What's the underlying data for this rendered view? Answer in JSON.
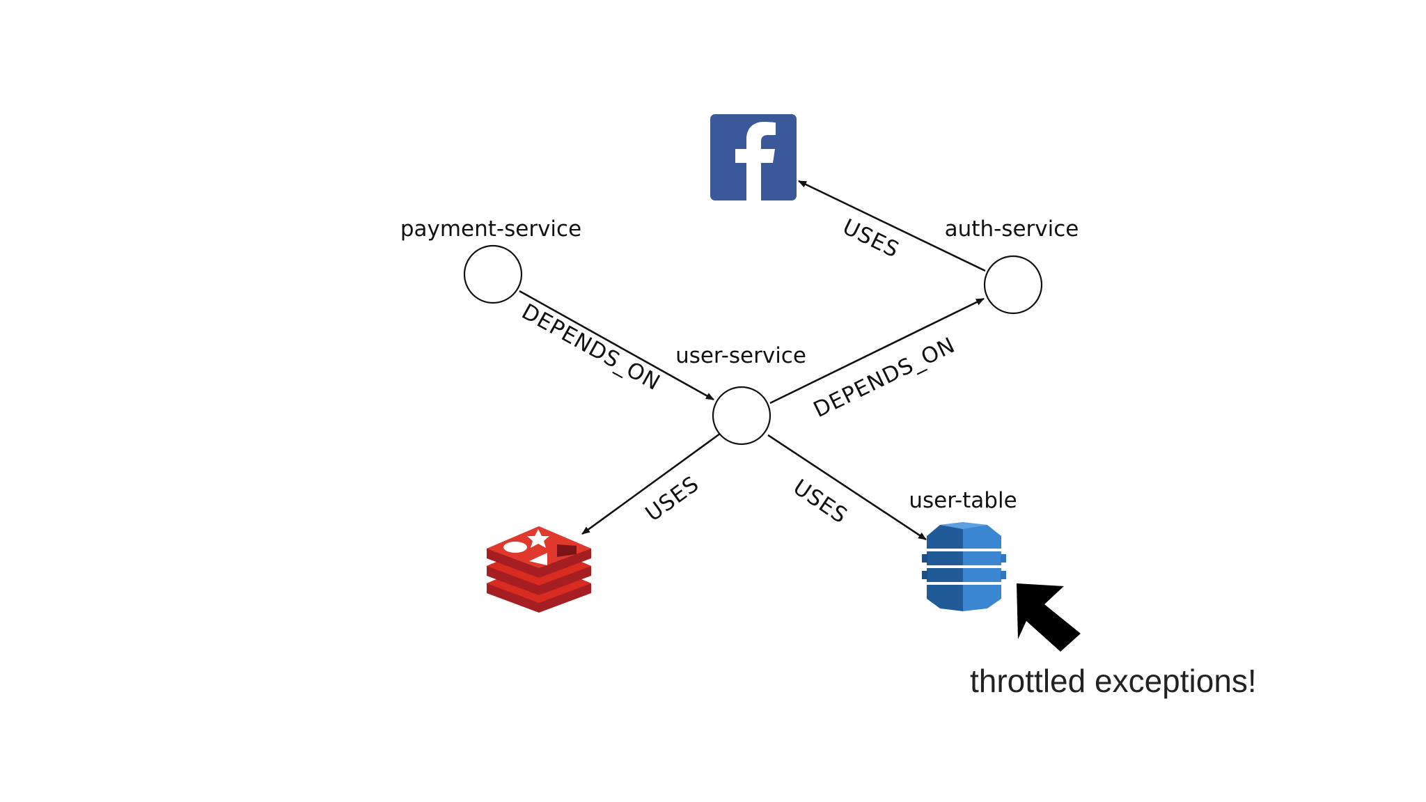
{
  "diagram": {
    "nodes": {
      "payment_service": "payment-service",
      "auth_service": "auth-service",
      "user_service": "user-service",
      "user_table": "user-table"
    },
    "edges": {
      "payment_to_user": "DEPENDS_ON",
      "user_to_auth": "DEPENDS_ON",
      "auth_to_facebook": "USES",
      "user_to_redis": "USES",
      "user_to_table": "USES"
    },
    "icons": {
      "facebook": "facebook-logo-icon",
      "redis": "redis-logo-icon",
      "dynamodb": "dynamodb-logo-icon",
      "pointer": "arrow-pointer-icon"
    },
    "annotation": "throttled exceptions!",
    "colors": {
      "facebook_blue": "#3b5998",
      "redis_red": "#c9302c",
      "dynamodb_blue": "#2e73b8",
      "line": "#111111"
    }
  }
}
